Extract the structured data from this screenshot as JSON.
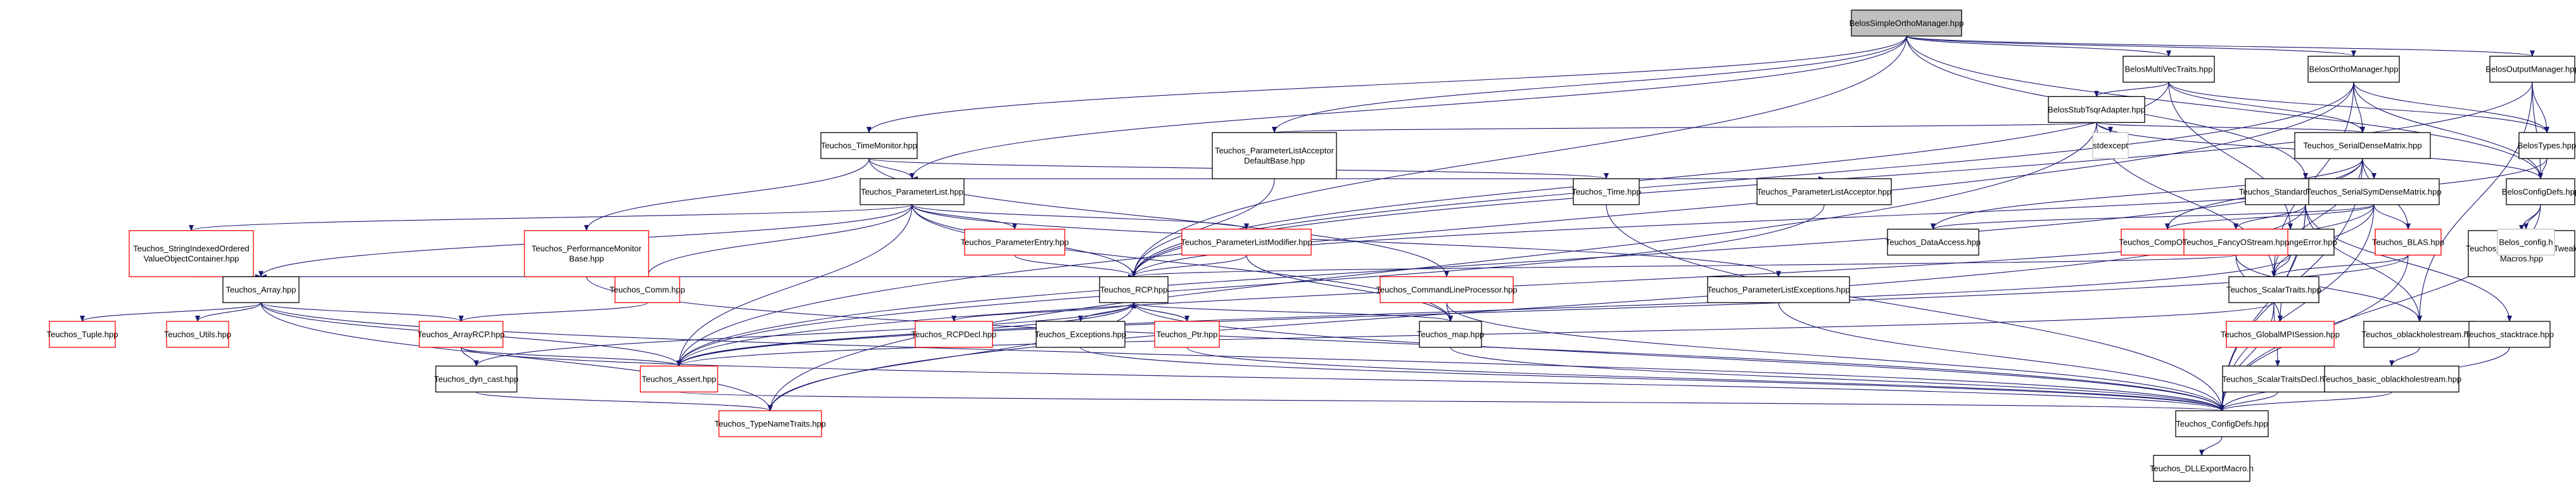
{
  "colors": {
    "black_border": "#000000",
    "red_border": "#ff0000",
    "root_fill": "#bfbfbf",
    "node_fill": "#ffffff",
    "edge": "#191970",
    "text": "#000000"
  },
  "nodes": [
    {
      "id": "root",
      "lines": [
        "BelosSimpleOrthoManager.hpp"
      ],
      "border": "black",
      "root": true
    },
    {
      "id": "multivec",
      "lines": [
        "BelosMultiVecTraits.hpp"
      ],
      "border": "black"
    },
    {
      "id": "orthoman",
      "lines": [
        "BelosOrthoManager.hpp"
      ],
      "border": "black"
    },
    {
      "id": "outputman",
      "lines": [
        "BelosOutputManager.hpp"
      ],
      "border": "black"
    },
    {
      "id": "stubtsqr",
      "lines": [
        "BelosStubTsqrAdapter.hpp"
      ],
      "border": "black"
    },
    {
      "id": "timemon",
      "lines": [
        "Teuchos_TimeMonitor.hpp"
      ],
      "border": "black"
    },
    {
      "id": "placcdef",
      "lines": [
        "Teuchos_ParameterListAcceptor",
        "DefaultBase.hpp"
      ],
      "border": "black"
    },
    {
      "id": "serialdense",
      "lines": [
        "Teuchos_SerialDenseMatrix.hpp"
      ],
      "border": "black"
    },
    {
      "id": "belostypes",
      "lines": [
        "BelosTypes.hpp"
      ],
      "border": "black"
    },
    {
      "id": "stdexcept",
      "lines": [
        "stdexcept"
      ],
      "border": "light"
    },
    {
      "id": "stdcatch",
      "lines": [
        "Teuchos_StandardCatchMacros.hpp"
      ],
      "border": "black"
    },
    {
      "id": "paramlist",
      "lines": [
        "Teuchos_ParameterList.hpp"
      ],
      "border": "black"
    },
    {
      "id": "ttime",
      "lines": [
        "Teuchos_Time.hpp"
      ],
      "border": "black"
    },
    {
      "id": "placc",
      "lines": [
        "Teuchos_ParameterListAcceptor.hpp"
      ],
      "border": "black"
    },
    {
      "id": "serialsym",
      "lines": [
        "Teuchos_SerialSymDenseMatrix.hpp"
      ],
      "border": "black"
    },
    {
      "id": "belosconfig",
      "lines": [
        "BelosConfigDefs.hpp"
      ],
      "border": "black"
    },
    {
      "id": "strindexed",
      "lines": [
        "Teuchos_StringIndexedOrdered",
        "ValueObjectContainer.hpp"
      ],
      "border": "red"
    },
    {
      "id": "perfmon",
      "lines": [
        "Teuchos_PerformanceMonitor",
        "Base.hpp"
      ],
      "border": "red"
    },
    {
      "id": "paramentry",
      "lines": [
        "Teuchos_ParameterEntry.hpp"
      ],
      "border": "red"
    },
    {
      "id": "paramlistmod",
      "lines": [
        "Teuchos_ParameterListModifier.hpp"
      ],
      "border": "red"
    },
    {
      "id": "dataaccess",
      "lines": [
        "Teuchos_DataAccess.hpp"
      ],
      "border": "black"
    },
    {
      "id": "compobject",
      "lines": [
        "Teuchos_CompObject.hpp"
      ],
      "border": "red"
    },
    {
      "id": "rangeerror",
      "lines": [
        "Teuchos_RangeError.hpp"
      ],
      "border": "black"
    },
    {
      "id": "blas",
      "lines": [
        "Teuchos_BLAS.hpp"
      ],
      "border": "red"
    },
    {
      "id": "compilercode",
      "lines": [
        "Teuchos_CompilerCodeTweak",
        "Macros.hpp"
      ],
      "border": "black"
    },
    {
      "id": "belosconfigh",
      "lines": [
        "Belos_config.h"
      ],
      "border": "light"
    },
    {
      "id": "fancyostream",
      "lines": [
        "Teuchos_FancyOStream.hpp"
      ],
      "border": "red"
    },
    {
      "id": "tarray",
      "lines": [
        "Teuchos_Array.hpp"
      ],
      "border": "black"
    },
    {
      "id": "tcomm",
      "lines": [
        "Teuchos_Comm.hpp"
      ],
      "border": "red"
    },
    {
      "id": "trcp",
      "lines": [
        "Teuchos_RCP.hpp"
      ],
      "border": "black"
    },
    {
      "id": "cmdline",
      "lines": [
        "Teuchos_CommandLineProcessor.hpp"
      ],
      "border": "red"
    },
    {
      "id": "plexceptions",
      "lines": [
        "Teuchos_ParameterListExceptions.hpp"
      ],
      "border": "black"
    },
    {
      "id": "scalartraits",
      "lines": [
        "Teuchos_ScalarTraits.hpp"
      ],
      "border": "black"
    },
    {
      "id": "globalmpi",
      "lines": [
        "Teuchos_GlobalMPISession.hpp"
      ],
      "border": "red"
    },
    {
      "id": "oblack",
      "lines": [
        "Teuchos_oblackholestream.hpp"
      ],
      "border": "black"
    },
    {
      "id": "stacktrace",
      "lines": [
        "Teuchos_stacktrace.hpp"
      ],
      "border": "black"
    },
    {
      "id": "ttuple",
      "lines": [
        "Teuchos_Tuple.hpp"
      ],
      "border": "red"
    },
    {
      "id": "tutils",
      "lines": [
        "Teuchos_Utils.hpp"
      ],
      "border": "red"
    },
    {
      "id": "arrayrcp",
      "lines": [
        "Teuchos_ArrayRCP.hpp"
      ],
      "border": "red"
    },
    {
      "id": "rcpdecl",
      "lines": [
        "Teuchos_RCPDecl.hpp"
      ],
      "border": "red"
    },
    {
      "id": "texceptions",
      "lines": [
        "Teuchos_Exceptions.hpp"
      ],
      "border": "black"
    },
    {
      "id": "tptr",
      "lines": [
        "Teuchos_Ptr.hpp"
      ],
      "border": "red"
    },
    {
      "id": "tmap",
      "lines": [
        "Teuchos_map.hpp"
      ],
      "border": "black"
    },
    {
      "id": "scalartraitsdecl",
      "lines": [
        "Teuchos_ScalarTraitsDecl.hpp"
      ],
      "border": "black"
    },
    {
      "id": "basicoblack",
      "lines": [
        "Teuchos_basic_oblackholestream.hpp"
      ],
      "border": "black"
    },
    {
      "id": "dyncast",
      "lines": [
        "Teuchos_dyn_cast.hpp"
      ],
      "border": "black"
    },
    {
      "id": "tassert",
      "lines": [
        "Teuchos_Assert.hpp"
      ],
      "border": "red"
    },
    {
      "id": "tconfig",
      "lines": [
        "Teuchos_ConfigDefs.hpp"
      ],
      "border": "black"
    },
    {
      "id": "typename",
      "lines": [
        "Teuchos_TypeNameTraits.hpp"
      ],
      "border": "red"
    },
    {
      "id": "dllexport",
      "lines": [
        "Teuchos_DLLExportMacro.h"
      ],
      "border": "black"
    }
  ],
  "edges": [
    [
      "root",
      "multivec"
    ],
    [
      "root",
      "orthoman"
    ],
    [
      "root",
      "outputman"
    ],
    [
      "root",
      "paramlist"
    ],
    [
      "root",
      "timemon"
    ],
    [
      "root",
      "placcdef"
    ],
    [
      "root",
      "stdcatch"
    ],
    [
      "root",
      "belosconfig"
    ],
    [
      "root",
      "trcp"
    ],
    [
      "multivec",
      "stubtsqr"
    ],
    [
      "multivec",
      "serialdense"
    ],
    [
      "multivec",
      "belostypes"
    ],
    [
      "multivec",
      "rangeerror"
    ],
    [
      "multivec",
      "trcp"
    ],
    [
      "orthoman",
      "belostypes"
    ],
    [
      "orthoman",
      "serialdense"
    ],
    [
      "orthoman",
      "belosconfig"
    ],
    [
      "orthoman",
      "scalartraits"
    ],
    [
      "orthoman",
      "trcp"
    ],
    [
      "orthoman",
      "tassert"
    ],
    [
      "outputman",
      "belostypes"
    ],
    [
      "outputman",
      "belosconfig"
    ],
    [
      "outputman",
      "oblack"
    ],
    [
      "outputman",
      "trcp"
    ],
    [
      "stubtsqr",
      "serialdense"
    ],
    [
      "stubtsqr",
      "stdexcept"
    ],
    [
      "stubtsqr",
      "placcdef"
    ],
    [
      "stubtsqr",
      "belosconfig"
    ],
    [
      "stubtsqr",
      "scalartraits"
    ],
    [
      "stubtsqr",
      "typename"
    ],
    [
      "timemon",
      "paramlist"
    ],
    [
      "timemon",
      "perfmon"
    ],
    [
      "timemon",
      "ttime"
    ],
    [
      "timemon",
      "cmdline"
    ],
    [
      "placcdef",
      "paramlist"
    ],
    [
      "placcdef",
      "placc"
    ],
    [
      "placcdef",
      "trcp"
    ],
    [
      "serialdense",
      "serialsym"
    ],
    [
      "serialdense",
      "compobject"
    ],
    [
      "serialdense",
      "blas"
    ],
    [
      "serialdense",
      "dataaccess"
    ],
    [
      "serialdense",
      "scalartraits"
    ],
    [
      "serialdense",
      "tconfig"
    ],
    [
      "serialdense",
      "tassert"
    ],
    [
      "belostypes",
      "belosconfig"
    ],
    [
      "belostypes",
      "trcp"
    ],
    [
      "stdcatch",
      "fancyostream"
    ],
    [
      "stdcatch",
      "globalmpi"
    ],
    [
      "stdcatch",
      "oblack"
    ],
    [
      "stdcatch",
      "stacktrace"
    ],
    [
      "stdcatch",
      "tconfig"
    ],
    [
      "stdcatch",
      "typename"
    ],
    [
      "paramlist",
      "strindexed"
    ],
    [
      "paramlist",
      "tarray"
    ],
    [
      "paramlist",
      "paramentry"
    ],
    [
      "paramlist",
      "paramlistmod"
    ],
    [
      "paramlist",
      "plexceptions"
    ],
    [
      "paramlist",
      "tmap"
    ],
    [
      "paramlist",
      "trcp"
    ],
    [
      "paramlist",
      "tassert"
    ],
    [
      "paramlist",
      "tcomm"
    ],
    [
      "ttime",
      "tconfig"
    ],
    [
      "placc",
      "tassert"
    ],
    [
      "serialsym",
      "compobject"
    ],
    [
      "serialsym",
      "blas"
    ],
    [
      "serialsym",
      "dataaccess"
    ],
    [
      "serialsym",
      "scalartraits"
    ],
    [
      "serialsym",
      "tconfig"
    ],
    [
      "serialsym",
      "tassert"
    ],
    [
      "belosconfig",
      "compilercode"
    ],
    [
      "belosconfig",
      "belosconfigh"
    ],
    [
      "belosconfig",
      "tconfig"
    ],
    [
      "strindexed",
      "tarray"
    ],
    [
      "perfmon",
      "tarray"
    ],
    [
      "perfmon",
      "tcomm"
    ],
    [
      "perfmon",
      "trcp"
    ],
    [
      "perfmon",
      "tconfig"
    ],
    [
      "paramentry",
      "trcp"
    ],
    [
      "paramlistmod",
      "trcp"
    ],
    [
      "paramlistmod",
      "tmap"
    ],
    [
      "rangeerror",
      "scalartraits"
    ],
    [
      "rangeerror",
      "tassert"
    ],
    [
      "blas",
      "scalartraits"
    ],
    [
      "blas",
      "tconfig"
    ],
    [
      "blas",
      "tassert"
    ],
    [
      "fancyostream",
      "trcp"
    ],
    [
      "fancyostream",
      "globalmpi"
    ],
    [
      "fancyostream",
      "oblack"
    ],
    [
      "tarray",
      "ttuple"
    ],
    [
      "tarray",
      "tutils"
    ],
    [
      "tarray",
      "arrayrcp"
    ],
    [
      "tarray",
      "tassert"
    ],
    [
      "tarray",
      "typename"
    ],
    [
      "tarray",
      "tconfig"
    ],
    [
      "tcomm",
      "arrayrcp"
    ],
    [
      "trcp",
      "rcpdecl"
    ],
    [
      "trcp",
      "texceptions"
    ],
    [
      "trcp",
      "tptr"
    ],
    [
      "trcp",
      "tmap"
    ],
    [
      "trcp",
      "dyncast"
    ],
    [
      "trcp",
      "tassert"
    ],
    [
      "trcp",
      "tconfig"
    ],
    [
      "trcp",
      "typename"
    ],
    [
      "cmdline",
      "tmap"
    ],
    [
      "cmdline",
      "tconfig"
    ],
    [
      "plexceptions",
      "tconfig"
    ],
    [
      "scalartraits",
      "scalartraitsdecl"
    ],
    [
      "scalartraits",
      "tassert"
    ],
    [
      "scalartraits",
      "tconfig"
    ],
    [
      "oblack",
      "basicoblack"
    ],
    [
      "stacktrace",
      "tconfig"
    ],
    [
      "arrayrcp",
      "dyncast"
    ],
    [
      "arrayrcp",
      "tassert"
    ],
    [
      "arrayrcp",
      "tconfig"
    ],
    [
      "texceptions",
      "tconfig"
    ],
    [
      "tptr",
      "trcp"
    ],
    [
      "tptr",
      "tconfig"
    ],
    [
      "tmap",
      "tconfig"
    ],
    [
      "scalartraitsdecl",
      "tconfig"
    ],
    [
      "basicoblack",
      "tconfig"
    ],
    [
      "dyncast",
      "typename"
    ],
    [
      "tassert",
      "tconfig"
    ],
    [
      "tconfig",
      "dllexport"
    ]
  ]
}
